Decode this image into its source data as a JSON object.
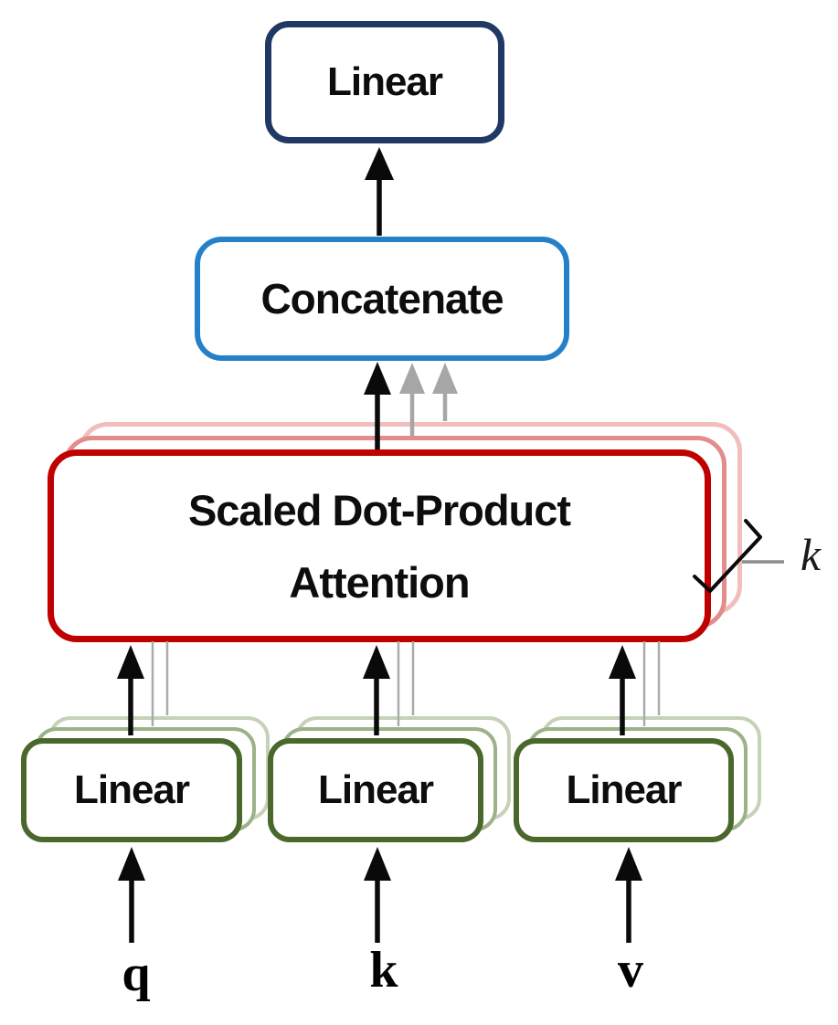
{
  "figure": {
    "type": "block-diagram",
    "subject": "Multi-Head Attention"
  },
  "boxes": {
    "output_linear": "Linear",
    "concatenate": "Concatenate",
    "attention_line1": "Scaled Dot-Product",
    "attention_line2": "Attention",
    "linear_q": "Linear",
    "linear_k": "Linear",
    "linear_v": "Linear"
  },
  "inputs": {
    "q": "q",
    "k": "k",
    "v": "v"
  },
  "annotation": {
    "stack_count": "k"
  },
  "colors": {
    "navy": "#1F3864",
    "blue": "#2481C9",
    "red": "#C00000",
    "pink_copy1": "#E28C8C",
    "pink_copy2": "#F2BDBD",
    "green": "#4A682C",
    "green_copy1": "#9CB289",
    "green_copy2": "#C6D2B8",
    "gray_arrow": "#A6A6A6",
    "gray_line": "#ABABAB",
    "gray_dash": "#8C8C8C",
    "black": "#0A0A0A"
  }
}
